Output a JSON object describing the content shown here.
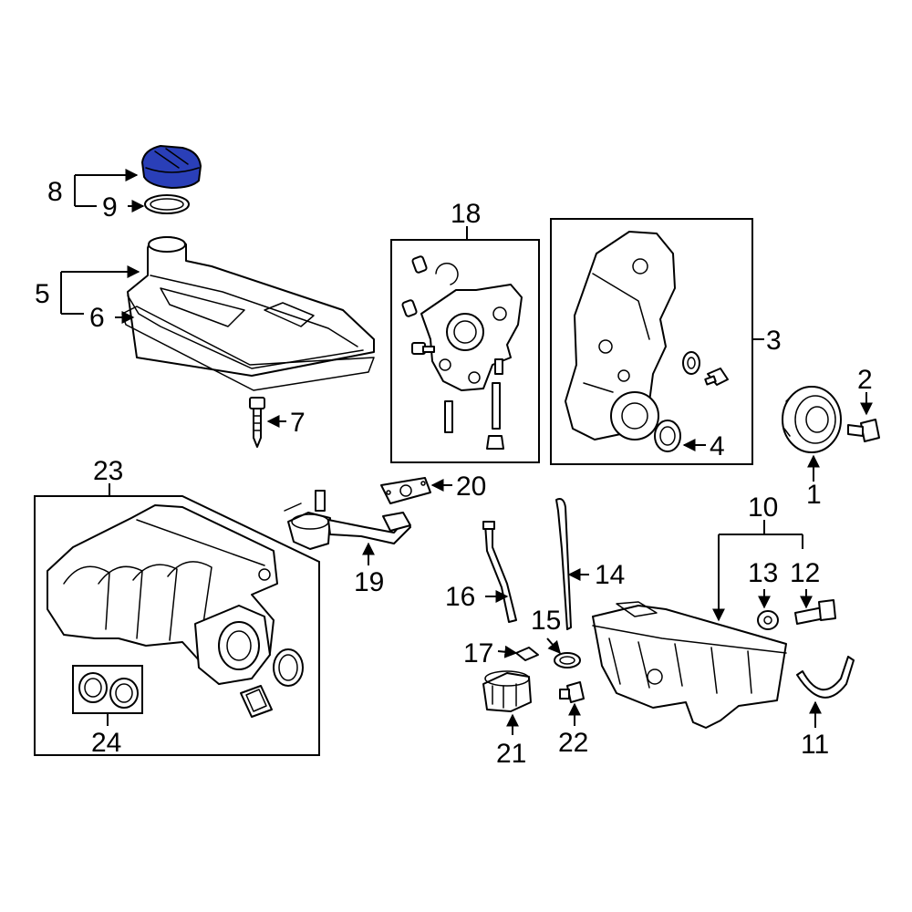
{
  "highlight_color": "#2a3fb8",
  "callouts": {
    "c1": "1",
    "c2": "2",
    "c3": "3",
    "c4": "4",
    "c5": "5",
    "c6": "6",
    "c7": "7",
    "c8": "8",
    "c9": "9",
    "c10": "10",
    "c11": "11",
    "c12": "12",
    "c13": "13",
    "c14": "14",
    "c15": "15",
    "c16": "16",
    "c17": "17",
    "c18": "18",
    "c19": "19",
    "c20": "20",
    "c21": "21",
    "c22": "22",
    "c23": "23",
    "c24": "24"
  }
}
